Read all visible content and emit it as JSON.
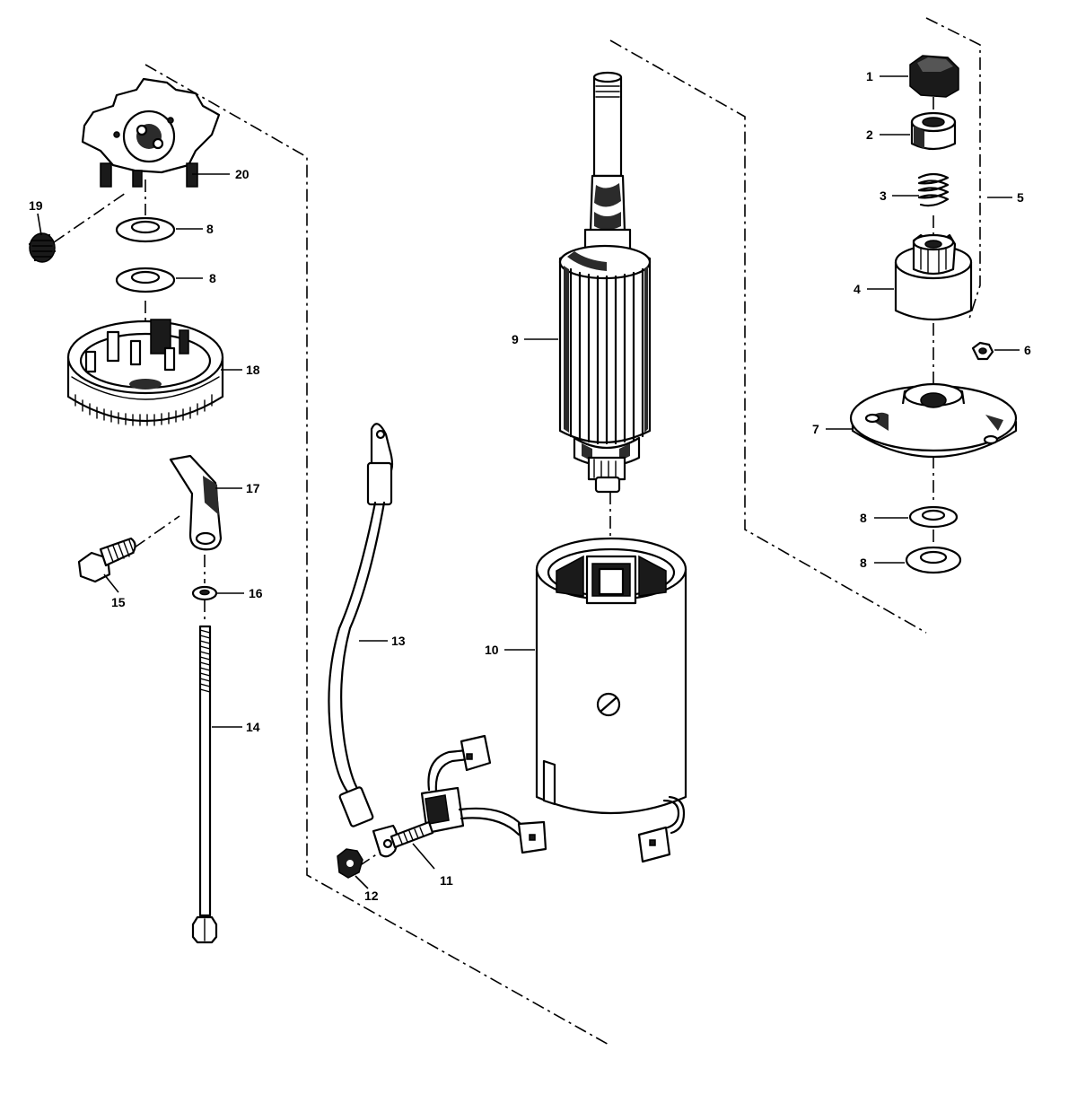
{
  "diagram": {
    "callouts": [
      {
        "id": "c1",
        "label": "1"
      },
      {
        "id": "c2",
        "label": "2"
      },
      {
        "id": "c3",
        "label": "3"
      },
      {
        "id": "c4",
        "label": "4"
      },
      {
        "id": "c5",
        "label": "5"
      },
      {
        "id": "c6",
        "label": "6"
      },
      {
        "id": "c7",
        "label": "7"
      },
      {
        "id": "c8a",
        "label": "8"
      },
      {
        "id": "c8b",
        "label": "8"
      },
      {
        "id": "c8c",
        "label": "8"
      },
      {
        "id": "c8d",
        "label": "8"
      },
      {
        "id": "c9",
        "label": "9"
      },
      {
        "id": "c10",
        "label": "10"
      },
      {
        "id": "c11",
        "label": "11"
      },
      {
        "id": "c12",
        "label": "12"
      },
      {
        "id": "c13",
        "label": "13"
      },
      {
        "id": "c14",
        "label": "14"
      },
      {
        "id": "c15",
        "label": "15"
      },
      {
        "id": "c16",
        "label": "16"
      },
      {
        "id": "c17",
        "label": "17"
      },
      {
        "id": "c18",
        "label": "18"
      },
      {
        "id": "c19",
        "label": "19"
      },
      {
        "id": "c20",
        "label": "20"
      }
    ],
    "colors": {
      "ink": "#000000",
      "paper": "#ffffff"
    }
  }
}
